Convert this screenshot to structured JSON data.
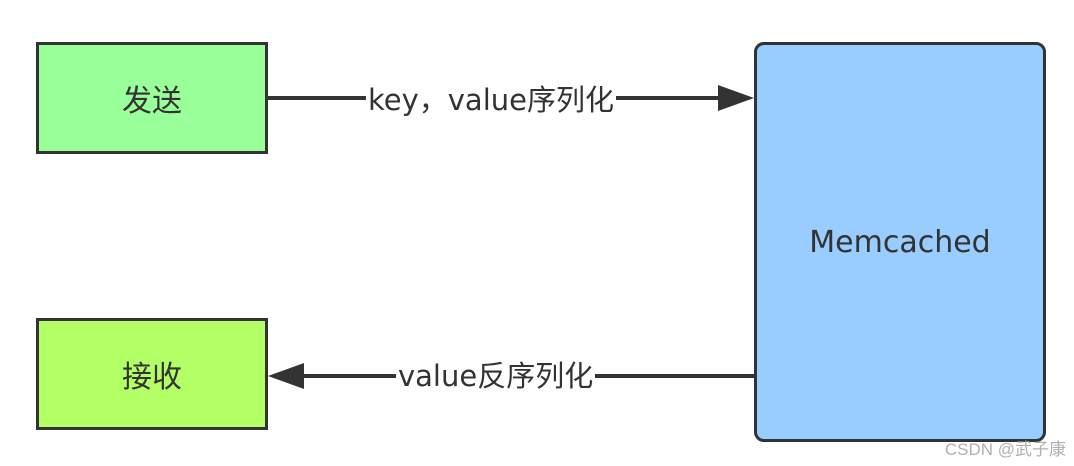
{
  "nodes": {
    "send": "发送",
    "receive": "接收",
    "memcached": "Memcached"
  },
  "edges": {
    "serialize": "key，value序列化",
    "deserialize": "value反序列化"
  },
  "watermark": "CSDN @武子康",
  "colors": {
    "send_fill": "#99ff99",
    "receive_fill": "#b3ff66",
    "memcached_fill": "#99ccff",
    "stroke": "#333333"
  }
}
